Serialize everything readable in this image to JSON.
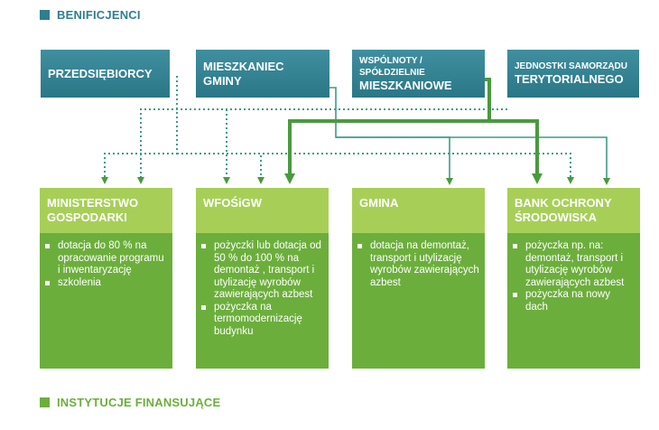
{
  "legend": {
    "beneficiaries": "BENIFICJENCI",
    "institutions": "INSTYTUCJE FINANSUJĄCE"
  },
  "beneficiaries": [
    {
      "line1": "PRZEDSIĘBIORCY",
      "line2": ""
    },
    {
      "line1": "MIESZKANIEC",
      "line2": "GMINY"
    },
    {
      "line1": "WSPÓLNOTY / SPÓŁDZIELNIE",
      "line2": "MIESZKANIOWE"
    },
    {
      "line1": "JEDNOSTKI SAMORZĄDU",
      "line2": "TERYTORIALNEGO"
    }
  ],
  "institutions": [
    {
      "line1": "MINISTERSTWO",
      "line2": "GOSPODARKI",
      "items": [
        "dotacja do 80 % na opracowanie programu i inwentaryzację",
        "szkolenia"
      ]
    },
    {
      "line1": "WFOŚiGW",
      "line2": "",
      "items": [
        "pożyczki lub dotacja od 50 % do 100 % na demontaż , transport i utylizację wyrobów zawierających azbest",
        "pożyczka na termomodernizację budynku"
      ]
    },
    {
      "line1": "GMINA",
      "line2": "",
      "items": [
        "dotacja na demontaż, transport i utylizację wyrobów zawierających azbest"
      ]
    },
    {
      "line1": "BANK OCHRONY",
      "line2": "ŚRODOWISKA",
      "items": [
        "pożyczka np. na: demontaż, transport i utylizację wyrobów zawierających azbest",
        "pożyczka na nowy dach"
      ]
    }
  ],
  "colors": {
    "beneficiary": "#2f7f8e",
    "institution_header": "#a7cf58",
    "institution_body": "#6cae3c"
  }
}
